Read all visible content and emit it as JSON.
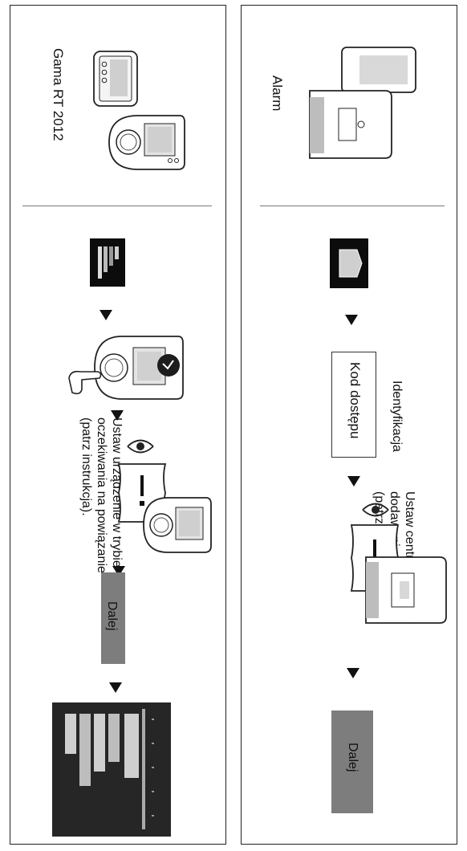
{
  "left_panel": {
    "title": "Gama RT 2012",
    "step_text_lines": [
      "Ustaw urządzenie w trybie",
      "oczekiwania na powiązanie",
      "(patrz instrukcja)."
    ],
    "next_button": "Dalej"
  },
  "right_panel": {
    "title": "Alarm",
    "ident_label": "Identyfikacja",
    "code_box": "Kod dostępu",
    "step_text_lines": [
      "Ustaw centralę w trybie",
      "dodawania urządzenia",
      "(patrz instrukcja)"
    ],
    "next_button": "Dalej"
  },
  "icons": {
    "step_arrow": "triangle-down-icon",
    "tablet": "tablet-icon",
    "thermostat": "thermostat-icon",
    "app_icon_left": "app-tile-icon",
    "app_icon_right": "home-app-tile-icon",
    "eye": "eye-icon",
    "document": "instruction-doc-icon",
    "pointing_hand": "pointing-hand-icon",
    "alarm_panel": "alarm-central-icon",
    "screen_preview": "schedule-screen-icon"
  }
}
